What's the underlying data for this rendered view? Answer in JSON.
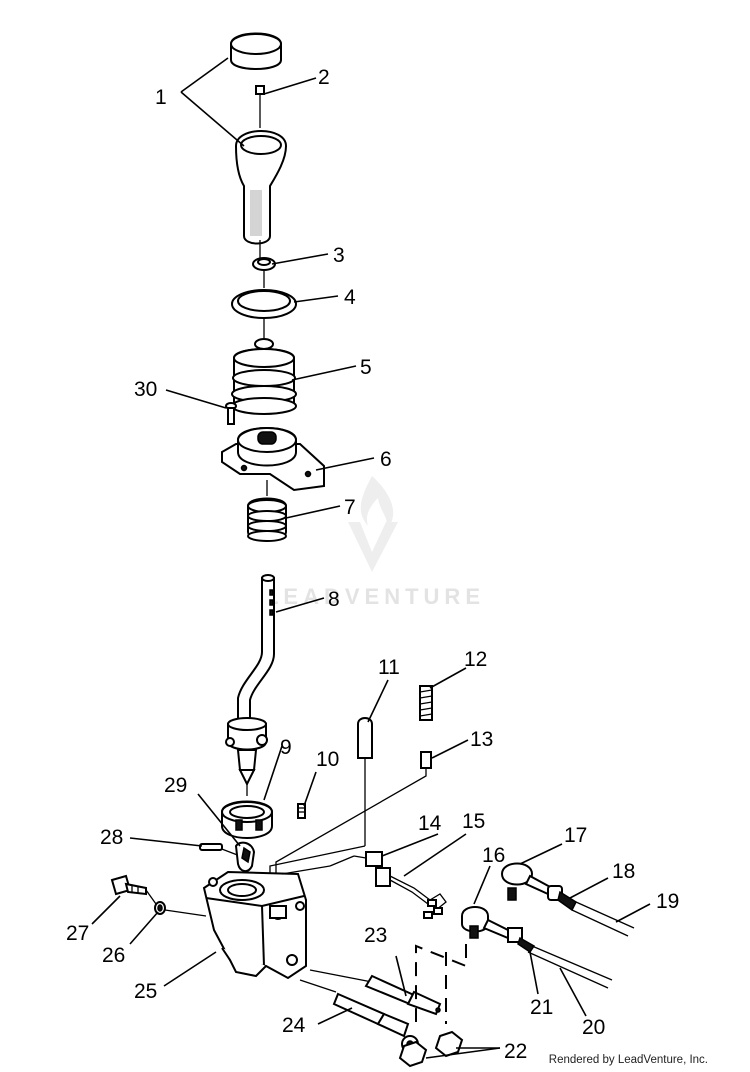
{
  "watermark": {
    "text": "LEADVENTURE"
  },
  "credit": "Rendered by LeadVenture, Inc.",
  "callouts": [
    {
      "id": "1",
      "label": "1"
    },
    {
      "id": "2",
      "label": "2"
    },
    {
      "id": "3",
      "label": "3"
    },
    {
      "id": "4",
      "label": "4"
    },
    {
      "id": "5",
      "label": "5"
    },
    {
      "id": "6",
      "label": "6"
    },
    {
      "id": "7",
      "label": "7"
    },
    {
      "id": "8",
      "label": "8"
    },
    {
      "id": "9",
      "label": "9"
    },
    {
      "id": "10",
      "label": "10"
    },
    {
      "id": "11",
      "label": "11"
    },
    {
      "id": "12",
      "label": "12"
    },
    {
      "id": "13",
      "label": "13"
    },
    {
      "id": "14",
      "label": "14"
    },
    {
      "id": "15",
      "label": "15"
    },
    {
      "id": "16",
      "label": "16"
    },
    {
      "id": "17",
      "label": "17"
    },
    {
      "id": "18",
      "label": "18"
    },
    {
      "id": "19",
      "label": "19"
    },
    {
      "id": "20",
      "label": "20"
    },
    {
      "id": "21",
      "label": "21"
    },
    {
      "id": "22",
      "label": "22"
    },
    {
      "id": "23",
      "label": "23"
    },
    {
      "id": "24",
      "label": "24"
    },
    {
      "id": "25",
      "label": "25"
    },
    {
      "id": "26",
      "label": "26"
    },
    {
      "id": "27",
      "label": "27"
    },
    {
      "id": "28",
      "label": "28"
    },
    {
      "id": "29",
      "label": "29"
    },
    {
      "id": "30",
      "label": "30"
    }
  ]
}
